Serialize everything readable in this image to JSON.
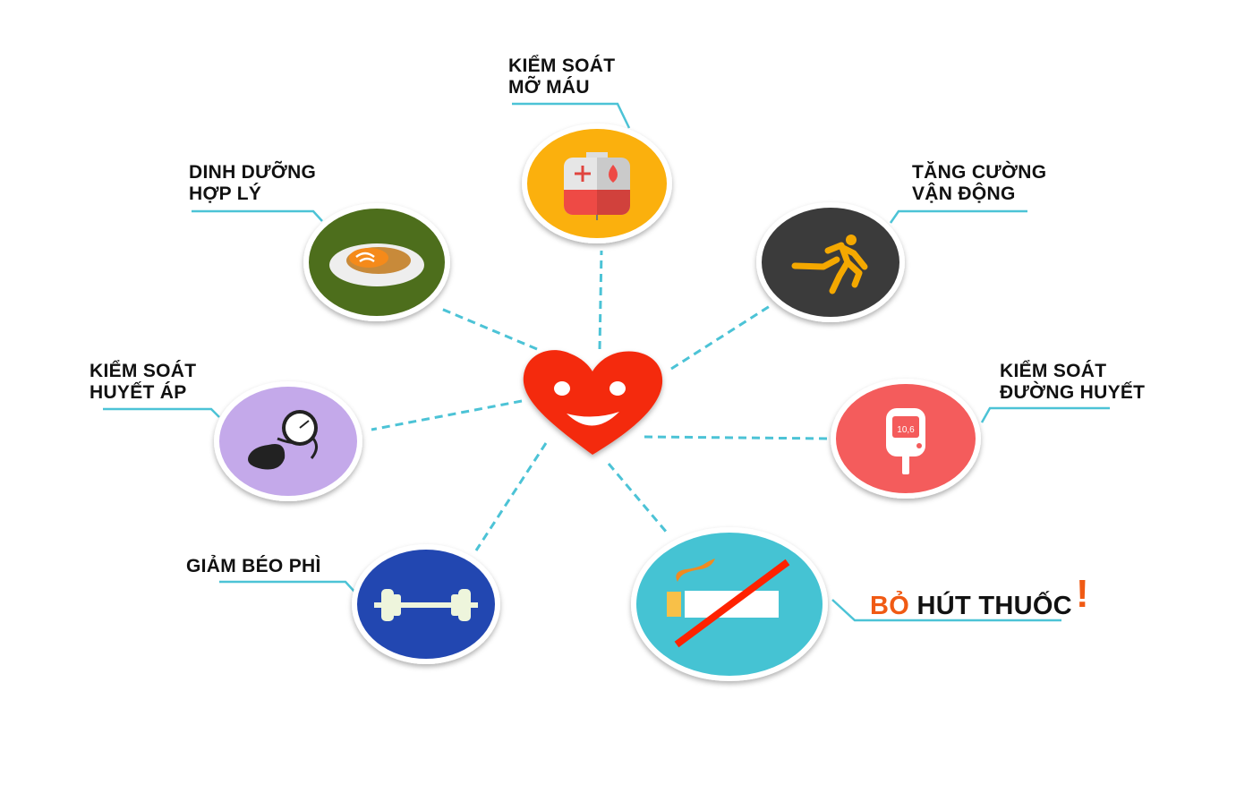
{
  "center": {
    "icon": "smiling-heart-icon"
  },
  "items": [
    {
      "id": "lipid",
      "line1": "KIỂM SOÁT",
      "line2": "MỠ MÁU",
      "icon": "blood-bag-icon",
      "color": "#fbb00a"
    },
    {
      "id": "nutrition",
      "line1": "DINH DƯỠNG",
      "line2": "HỢP LÝ",
      "icon": "food-plate-icon",
      "color": "#4e6e1e"
    },
    {
      "id": "exercise",
      "line1": "TĂNG CƯỜNG",
      "line2": "VẬN ĐỘNG",
      "icon": "running-man-icon",
      "color": "#3b3b3b"
    },
    {
      "id": "blood-pressure",
      "line1": "KIỂM SOÁT",
      "line2": "HUYẾT ÁP",
      "icon": "blood-pressure-gauge-icon",
      "color": "#c4a9ea"
    },
    {
      "id": "glucose",
      "line1": "KIỂM SOÁT",
      "line2": "ĐƯỜNG HUYẾT",
      "icon": "glucometer-icon",
      "color": "#f45b5b",
      "reading": "10,6"
    },
    {
      "id": "weight",
      "line1": "GIẢM BÉO PHÌ",
      "icon": "dumbbell-icon",
      "color": "#2447b1"
    },
    {
      "id": "smoking",
      "word1": "BỎ",
      "word2": "HÚT THUỐC",
      "mark": "!",
      "icon": "no-smoking-icon",
      "color": "#45c3d3"
    }
  ],
  "colors": {
    "connector": "#4cc3d6",
    "accent": "#f05a14",
    "heart": "#f42a10"
  }
}
